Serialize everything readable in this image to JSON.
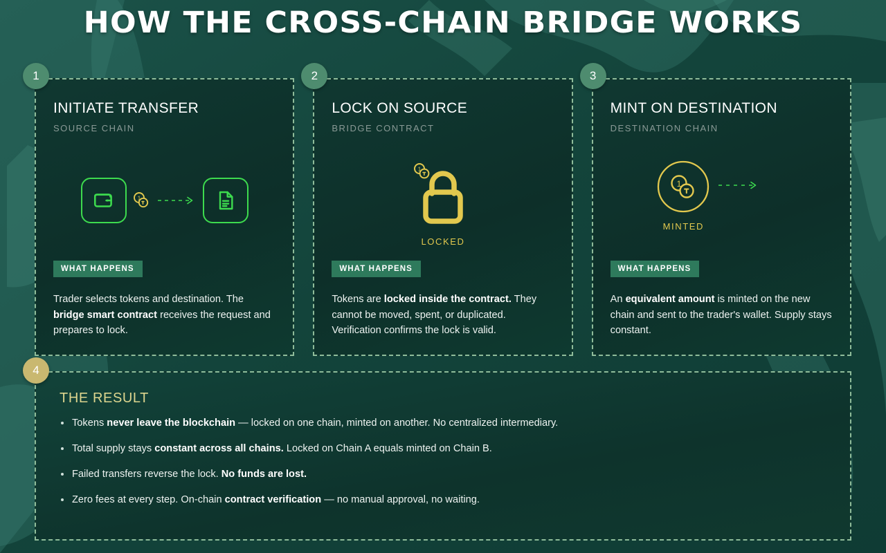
{
  "header": {
    "title": "How the Cross-Chain Bridge Works"
  },
  "colors": {
    "background": "#15453c",
    "card_background": "#103831",
    "dashed_border": "#8fbc9a",
    "step_badge": "#4e8c6f",
    "result_badge": "#c9b870",
    "chip_green": "#2e7a5c",
    "icon_green": "#3ddb4e",
    "icon_gold": "#e2c84e",
    "result_title": "#ddd58e",
    "body_text": "#eef3f1",
    "subtitle_text": "#8a9a96"
  },
  "steps": [
    {
      "number": "1",
      "title": "Initiate Transfer",
      "subtitle": "Source Chain",
      "icons": [
        "wallet-icon",
        "coins-icon",
        "dashed-arrow-icon",
        "document-icon"
      ],
      "state_label": "",
      "chip_label": "What Happens",
      "body": [
        {
          "text": "Trader selects tokens and destination. The ",
          "bold": false
        },
        {
          "text": "bridge smart contract",
          "bold": true
        },
        {
          "text": " receives the request and prepares to lock.",
          "bold": false
        }
      ]
    },
    {
      "number": "2",
      "title": "Lock on Source",
      "subtitle": "Bridge Contract",
      "icons": [
        "coins-icon",
        "padlock-icon"
      ],
      "state_label": "Locked",
      "chip_label": "What Happens",
      "body": [
        {
          "text": "Tokens are ",
          "bold": false
        },
        {
          "text": "locked inside the contract.",
          "bold": true
        },
        {
          "text": " They cannot be moved, spent, or duplicated. Verification confirms the lock is valid.",
          "bold": false
        }
      ]
    },
    {
      "number": "3",
      "title": "Mint on Destination",
      "subtitle": "Destination Chain",
      "icons": [
        "coin-circle-icon",
        "dashed-arrow-icon"
      ],
      "state_label": "Minted",
      "chip_label": "What Happens",
      "body": [
        {
          "text": "An ",
          "bold": false
        },
        {
          "text": "equivalent amount",
          "bold": true
        },
        {
          "text": " is minted on the new chain and sent to the trader's wallet. Supply stays constant.",
          "bold": false
        }
      ]
    }
  ],
  "result": {
    "number": "4",
    "title": "The Result",
    "bullets": [
      [
        {
          "text": "Tokens ",
          "bold": false
        },
        {
          "text": "never leave the blockchain",
          "bold": true
        },
        {
          "text": " — locked on one chain, minted on another. No centralized intermediary.",
          "bold": false
        }
      ],
      [
        {
          "text": "Total supply stays ",
          "bold": false
        },
        {
          "text": "constant across all chains.",
          "bold": true
        },
        {
          "text": " Locked on Chain A equals minted on Chain B.",
          "bold": false
        }
      ],
      [
        {
          "text": "Failed transfers reverse the lock. ",
          "bold": false
        },
        {
          "text": "No funds are lost.",
          "bold": true
        }
      ],
      [
        {
          "text": "Zero fees at every step. On-chain ",
          "bold": false
        },
        {
          "text": "contract verification",
          "bold": true
        },
        {
          "text": " — no manual approval, no waiting.",
          "bold": false
        }
      ]
    ]
  }
}
